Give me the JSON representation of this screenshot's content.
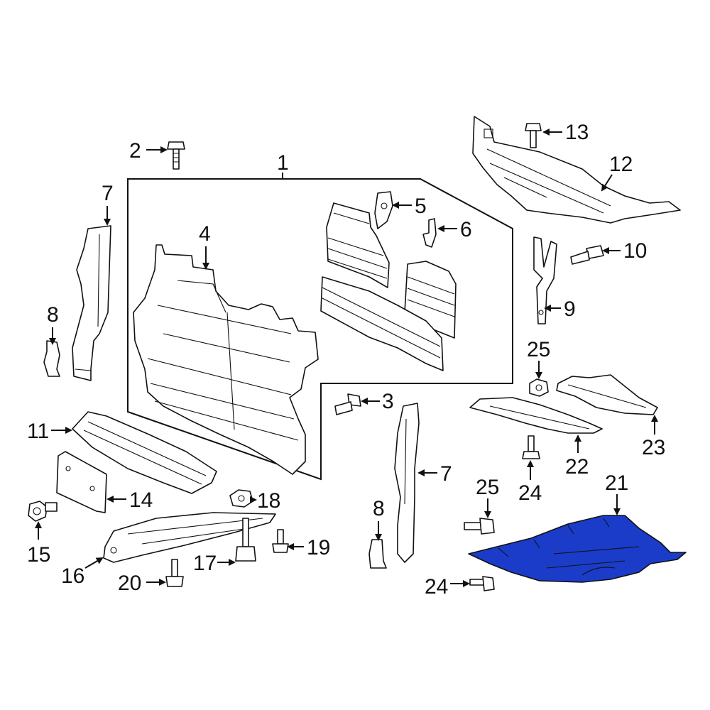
{
  "diagram": {
    "highlight_color": "#1a3cc8",
    "highlighted_part": "21",
    "callouts": [
      "1",
      "2",
      "3",
      "4",
      "5",
      "6",
      "7",
      "7",
      "8",
      "8",
      "9",
      "10",
      "11",
      "12",
      "13",
      "14",
      "15",
      "16",
      "17",
      "18",
      "19",
      "20",
      "21",
      "22",
      "23",
      "24",
      "24",
      "25",
      "25"
    ]
  }
}
